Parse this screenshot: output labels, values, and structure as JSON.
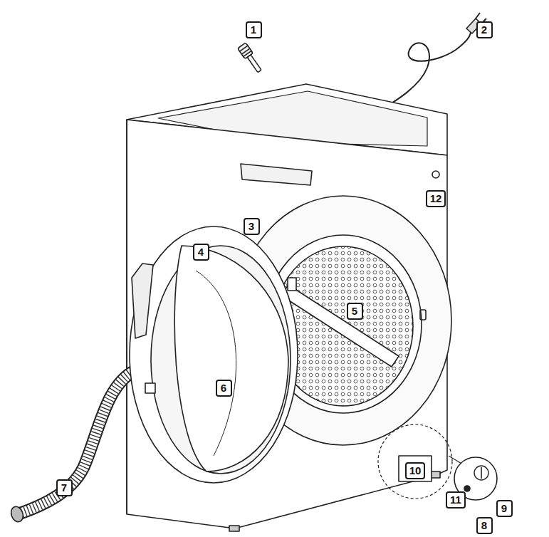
{
  "diagram": {
    "labels": [
      "1",
      "2",
      "12",
      "3",
      "4",
      "5",
      "6",
      "10",
      "11",
      "9",
      "8",
      "7"
    ]
  }
}
